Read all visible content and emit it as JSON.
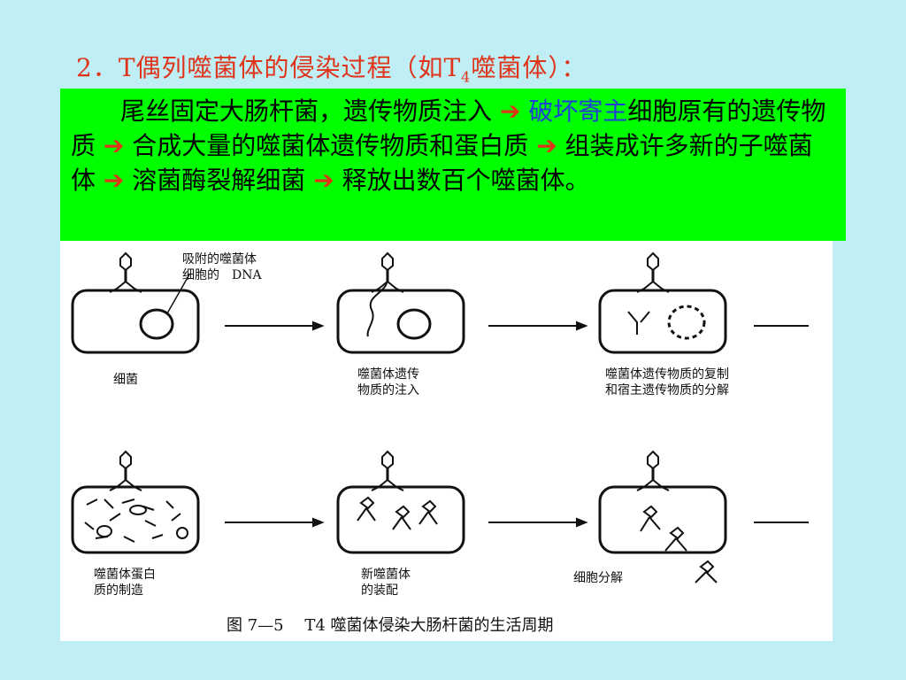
{
  "title": {
    "prefix": "2．T偶列噬菌体的侵染过程（如T",
    "sub": "4",
    "suffix": "噬菌体）："
  },
  "paragraph": {
    "indent": "　　",
    "s1": "尾丝固定大肠杆菌，遗传物质注入",
    "arrow": "➔",
    "highlight": "破坏寄主",
    "s2": "细胞原有的遗传物质",
    "s3": "合成大量的噬菌体遗传物质和蛋白质",
    "s4": "组装成许多新的子噬菌体",
    "s5": "溶菌酶裂解细菌",
    "s6": "释放出数百个噬菌体。"
  },
  "figure": {
    "labels": {
      "dna_1": "吸附的噬菌体",
      "dna_2": "细胞的　DNA",
      "bacterium": "细菌",
      "inject_1": "噬菌体遗传",
      "inject_2": "物质的注入",
      "replicate_1": "噬菌体遗传物质的复制",
      "replicate_2": "和宿主遗传物质的分解",
      "protein_1": "噬菌体蛋白",
      "protein_2": "质的制造",
      "assembly_1": "新噬菌体",
      "assembly_2": "的装配",
      "lysis": "细胞分解"
    },
    "caption": "图 7—5　 T4 噬菌体侵染大肠杆菌的生活周期"
  }
}
